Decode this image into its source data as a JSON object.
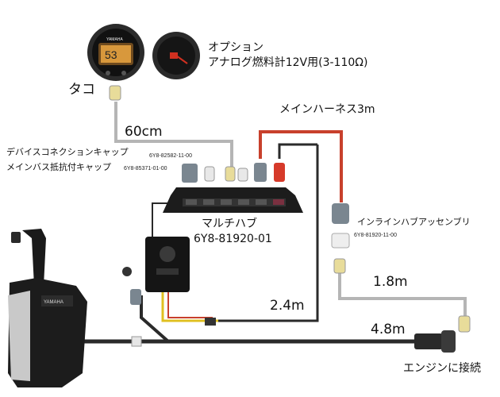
{
  "labels": {
    "tacho": "タコ",
    "option_line1": "オプション",
    "option_line2": "アナログ燃料計12V用(3-110Ω)",
    "main_harness": "メインハーネス3m",
    "len_60cm": "60cm",
    "device_cap": "デバイスコネクションキャップ",
    "main_bus_cap": "メインバス抵抗付キャップ",
    "part_82582": "6Y8-82582-11-00",
    "part_85371": "6Y8-85371-01-00",
    "multi_hub": "マルチハブ",
    "multi_hub_part": "6Y8-81920-01",
    "inline_hub": "インラインハブアッセンブリ",
    "inline_hub_part": "6Y8-81920-11-00",
    "len_18m": "1.8m",
    "len_24m": "2.4m",
    "len_48m": "4.8m",
    "engine": "エンジンに接続",
    "meter_brand": "YAMAHA",
    "meter_reading": "53"
  },
  "colors": {
    "harness_red": "#c8402c",
    "cable_gray": "#b5b5b5",
    "cable_black": "#2a2a2a",
    "hub_black": "#1c1c1c",
    "connector_yellow": "#e8dc9a"
  }
}
